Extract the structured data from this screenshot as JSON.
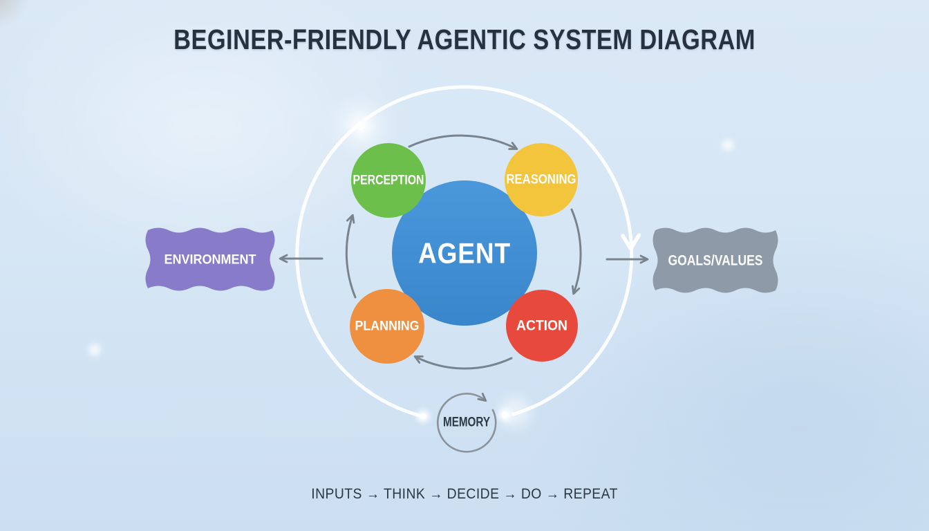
{
  "title": "BEGINER-FRIENDLY AGENTIC SYSTEM DIAGRAM",
  "flow_caption": "INPUTS → THINK → DECIDE → DO → REPEAT",
  "agent": {
    "label": "AGENT",
    "color": "#3f8ed5"
  },
  "modules": [
    {
      "id": "perception",
      "label": "PERCEPTION",
      "color": "#6dbf4c"
    },
    {
      "id": "reasoning",
      "label": "REASONING",
      "color": "#f2c53d"
    },
    {
      "id": "planning",
      "label": "PLANNING",
      "color": "#ef9040"
    },
    {
      "id": "action",
      "label": "ACTION",
      "color": "#e74a3d"
    }
  ],
  "external_nodes": [
    {
      "id": "environment",
      "label": "ENVIRONMENT",
      "color": "#887cca"
    },
    {
      "id": "goals_values",
      "label": "GOALS/VALUES",
      "color": "#8e9aa8"
    }
  ],
  "memory": {
    "label": "MEMORY"
  },
  "colors": {
    "arrow": "#79838d",
    "ring": "#ffffff",
    "title_text": "#273240",
    "caption_text": "#2b3744",
    "memory_text": "#2f3944"
  }
}
